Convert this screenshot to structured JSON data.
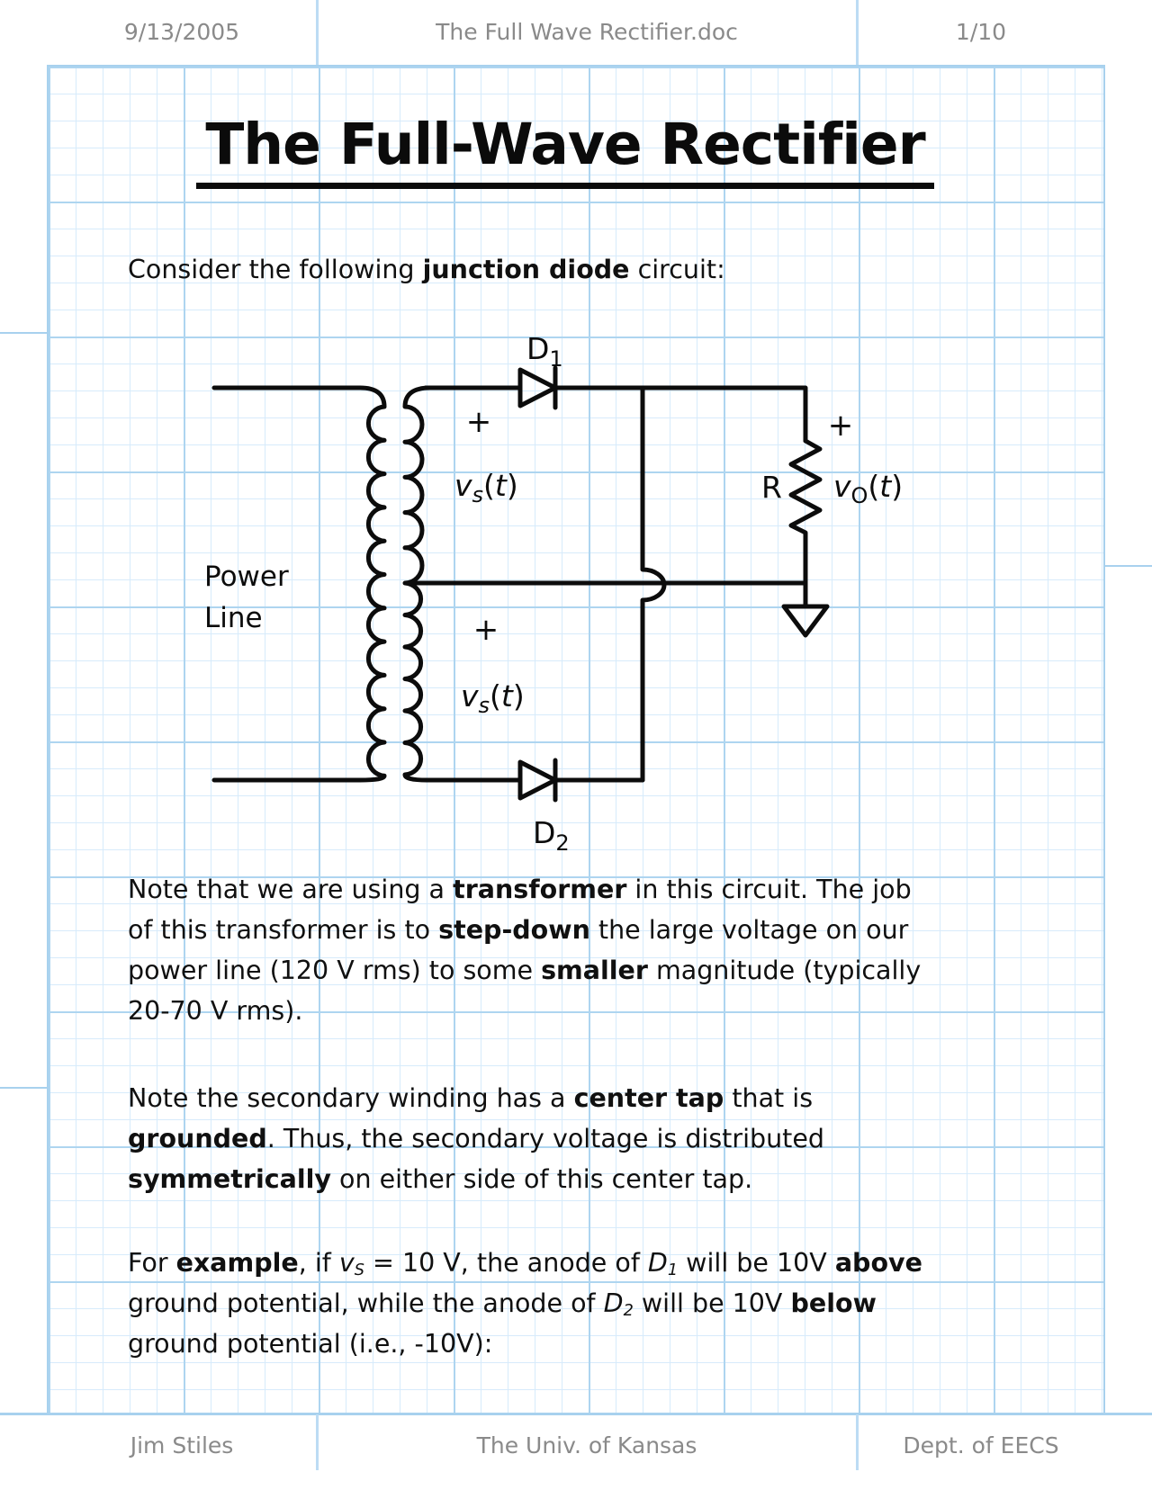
{
  "header": {
    "date": "9/13/2005",
    "filename": "The Full Wave Rectifier.doc",
    "page": "1/10"
  },
  "title": "The Full-Wave Rectifier",
  "intro": {
    "runs": [
      {
        "t": "Consider the following "
      },
      {
        "t": "junction diode",
        "s": "b"
      },
      {
        "t": " circuit:"
      }
    ]
  },
  "circuit": {
    "d": "D",
    "d1_sub": "1",
    "d2_sub": "2",
    "plus": "+",
    "v": "v",
    "vs_sub": "s",
    "vo_sub": "O",
    "paren_open": "(",
    "t_var": "t",
    "paren_close": ")",
    "r": "R",
    "power": "Power",
    "line": "Line"
  },
  "paragraphs": [
    {
      "lines": [
        [
          {
            "t": "Note that we are using a "
          },
          {
            "t": "transformer",
            "s": "b"
          },
          {
            "t": " in this circuit.  The job"
          }
        ],
        [
          {
            "t": "of this transformer is to "
          },
          {
            "t": "step-down",
            "s": "b"
          },
          {
            "t": " the large voltage on our"
          }
        ],
        [
          {
            "t": "power line (120 V rms) to some "
          },
          {
            "t": "smaller",
            "s": "b"
          },
          {
            "t": " magnitude (typically"
          }
        ],
        [
          {
            "t": "20-70 V rms)."
          }
        ]
      ]
    },
    {
      "lines": [
        [
          {
            "t": "Note the secondary winding has a "
          },
          {
            "t": "center tap",
            "s": "b"
          },
          {
            "t": " that is"
          }
        ],
        [
          {
            "t": "grounded",
            "s": "b"
          },
          {
            "t": ".  Thus, the secondary voltage is distributed"
          }
        ],
        [
          {
            "t": "symmetrically",
            "s": "b"
          },
          {
            "t": " on either side of this center tap."
          }
        ]
      ]
    },
    {
      "lines": [
        [
          {
            "t": "For "
          },
          {
            "t": "example",
            "s": "b"
          },
          {
            "t": ", if "
          },
          {
            "t": "v",
            "s": "i"
          },
          {
            "t": "S",
            "s": "si"
          },
          {
            "t": " = 10 V, the anode of "
          },
          {
            "t": "D",
            "s": "i"
          },
          {
            "t": "1",
            "s": "si"
          },
          {
            "t": " will be 10V "
          },
          {
            "t": "above",
            "s": "b"
          }
        ],
        [
          {
            "t": "ground potential, while the anode of "
          },
          {
            "t": "D",
            "s": "i"
          },
          {
            "t": "2",
            "s": "si"
          },
          {
            "t": " will be 10V "
          },
          {
            "t": "below",
            "s": "b"
          }
        ],
        [
          {
            "t": "ground potential (i.e., -10V):"
          }
        ]
      ]
    },
    {
      "lines": []
    }
  ],
  "footer": {
    "author": "Jim Stiles",
    "university": "The Univ. of Kansas",
    "department": "Dept. of EECS"
  },
  "colors": {
    "grid_fine": "#d7ebfb",
    "grid_major": "#aed5f0",
    "ink": "#0c0c0c",
    "muted_text": "#8a8a8a"
  }
}
